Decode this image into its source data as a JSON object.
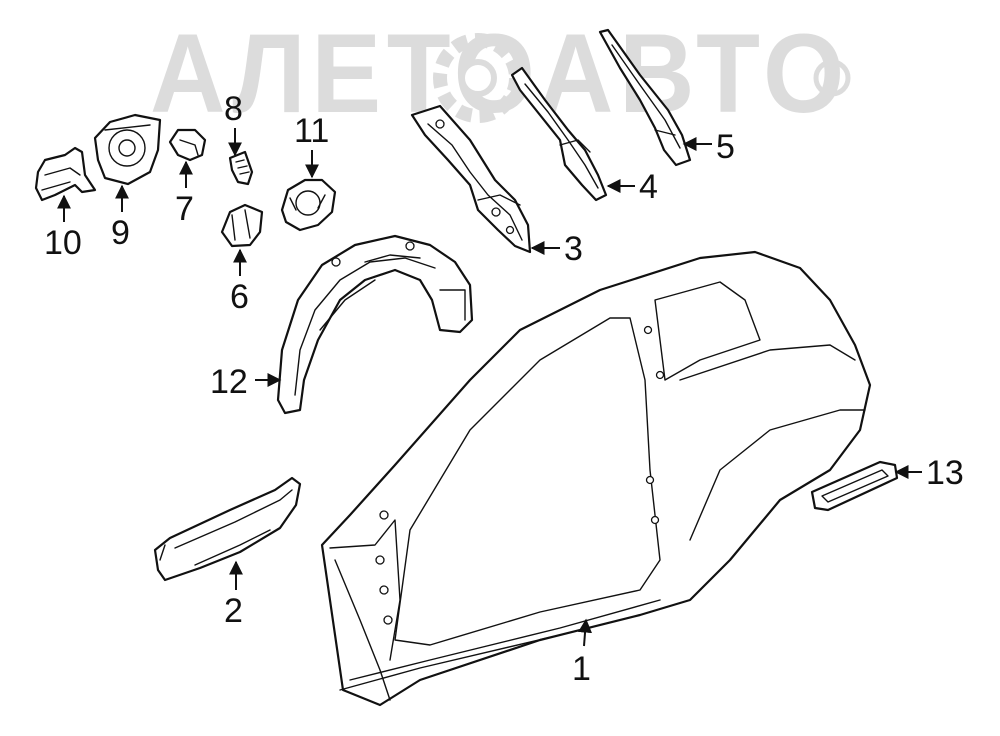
{
  "watermark": {
    "text": "АЛЕТОАВТО",
    "color": "#d9d9d9"
  },
  "colors": {
    "line": "#111111",
    "background": "#ffffff"
  },
  "callouts": [
    {
      "id": "1",
      "label": "1"
    },
    {
      "id": "2",
      "label": "2"
    },
    {
      "id": "3",
      "label": "3"
    },
    {
      "id": "4",
      "label": "4"
    },
    {
      "id": "5",
      "label": "5"
    },
    {
      "id": "6",
      "label": "6"
    },
    {
      "id": "7",
      "label": "7"
    },
    {
      "id": "8",
      "label": "8"
    },
    {
      "id": "9",
      "label": "9"
    },
    {
      "id": "10",
      "label": "10"
    },
    {
      "id": "11",
      "label": "11"
    },
    {
      "id": "12",
      "label": "12"
    },
    {
      "id": "13",
      "label": "13"
    }
  ]
}
